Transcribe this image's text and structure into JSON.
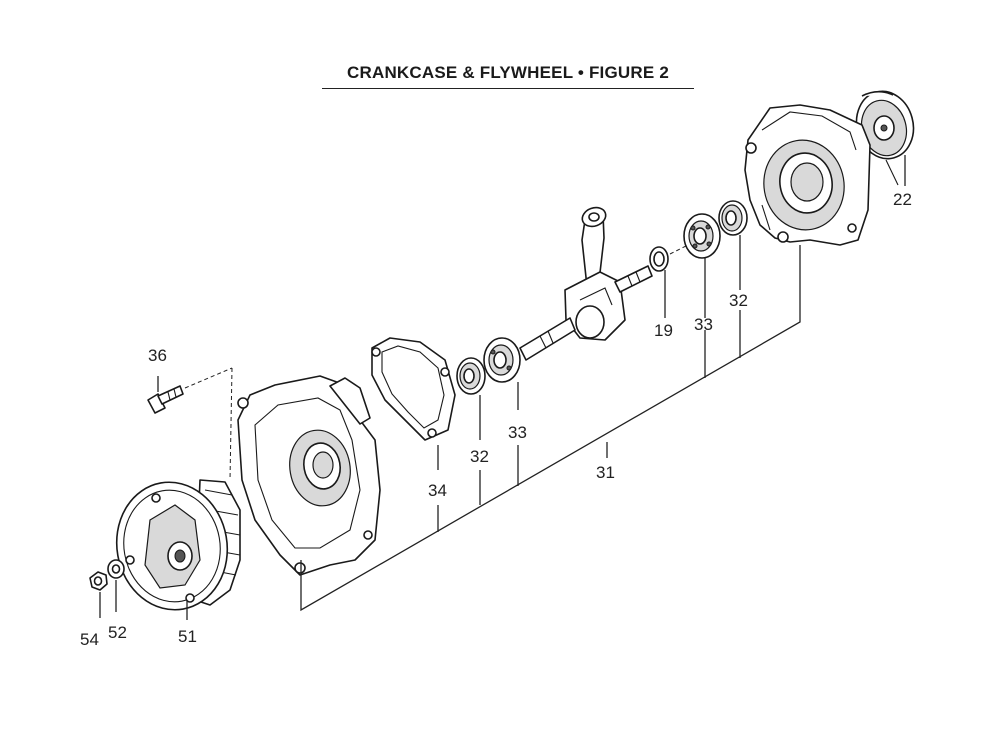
{
  "title": "CRANKCASE & FLYWHEEL  •  FIGURE 2",
  "callouts": {
    "p22": "22",
    "p19": "19",
    "p33a": "33",
    "p32a": "32",
    "p36": "36",
    "p34": "34",
    "p32b": "32",
    "p33b": "33",
    "p31": "31",
    "p54": "54",
    "p52": "52",
    "p51": "51"
  }
}
